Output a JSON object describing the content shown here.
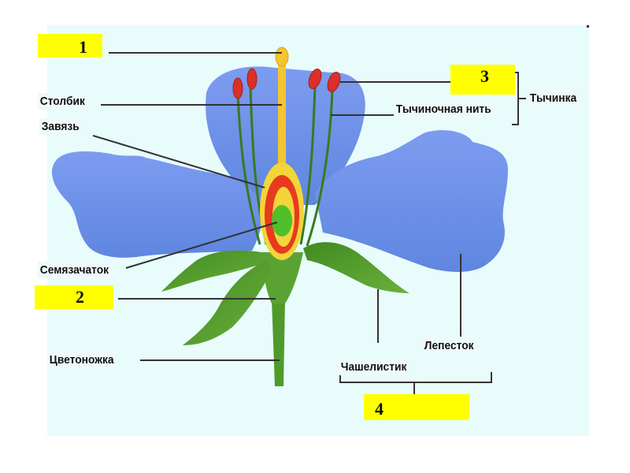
{
  "diagram": {
    "title": "Flower structure",
    "answer_boxes": [
      {
        "number": "1"
      },
      {
        "number": "2"
      },
      {
        "number": "3"
      },
      {
        "number": "4"
      }
    ],
    "labels": {
      "style": "Столбик",
      "ovary": "Завязь",
      "ovule": "Семязачаток",
      "pedicel": "Цветоножка",
      "filament": "Тычиночная нить",
      "stamen": "Тычинка",
      "petal": "Лепесток",
      "sepal": "Чашелистик"
    },
    "colors": {
      "background": "#e8fcfc",
      "answer_box": "#ffff00",
      "petal": "#6e93e8",
      "leaf": "#4f9a2a",
      "pistil": "#f2c531",
      "ovary_wall": "#e83a1f",
      "ovule": "#4fc02a",
      "anther": "#d9302a"
    }
  }
}
